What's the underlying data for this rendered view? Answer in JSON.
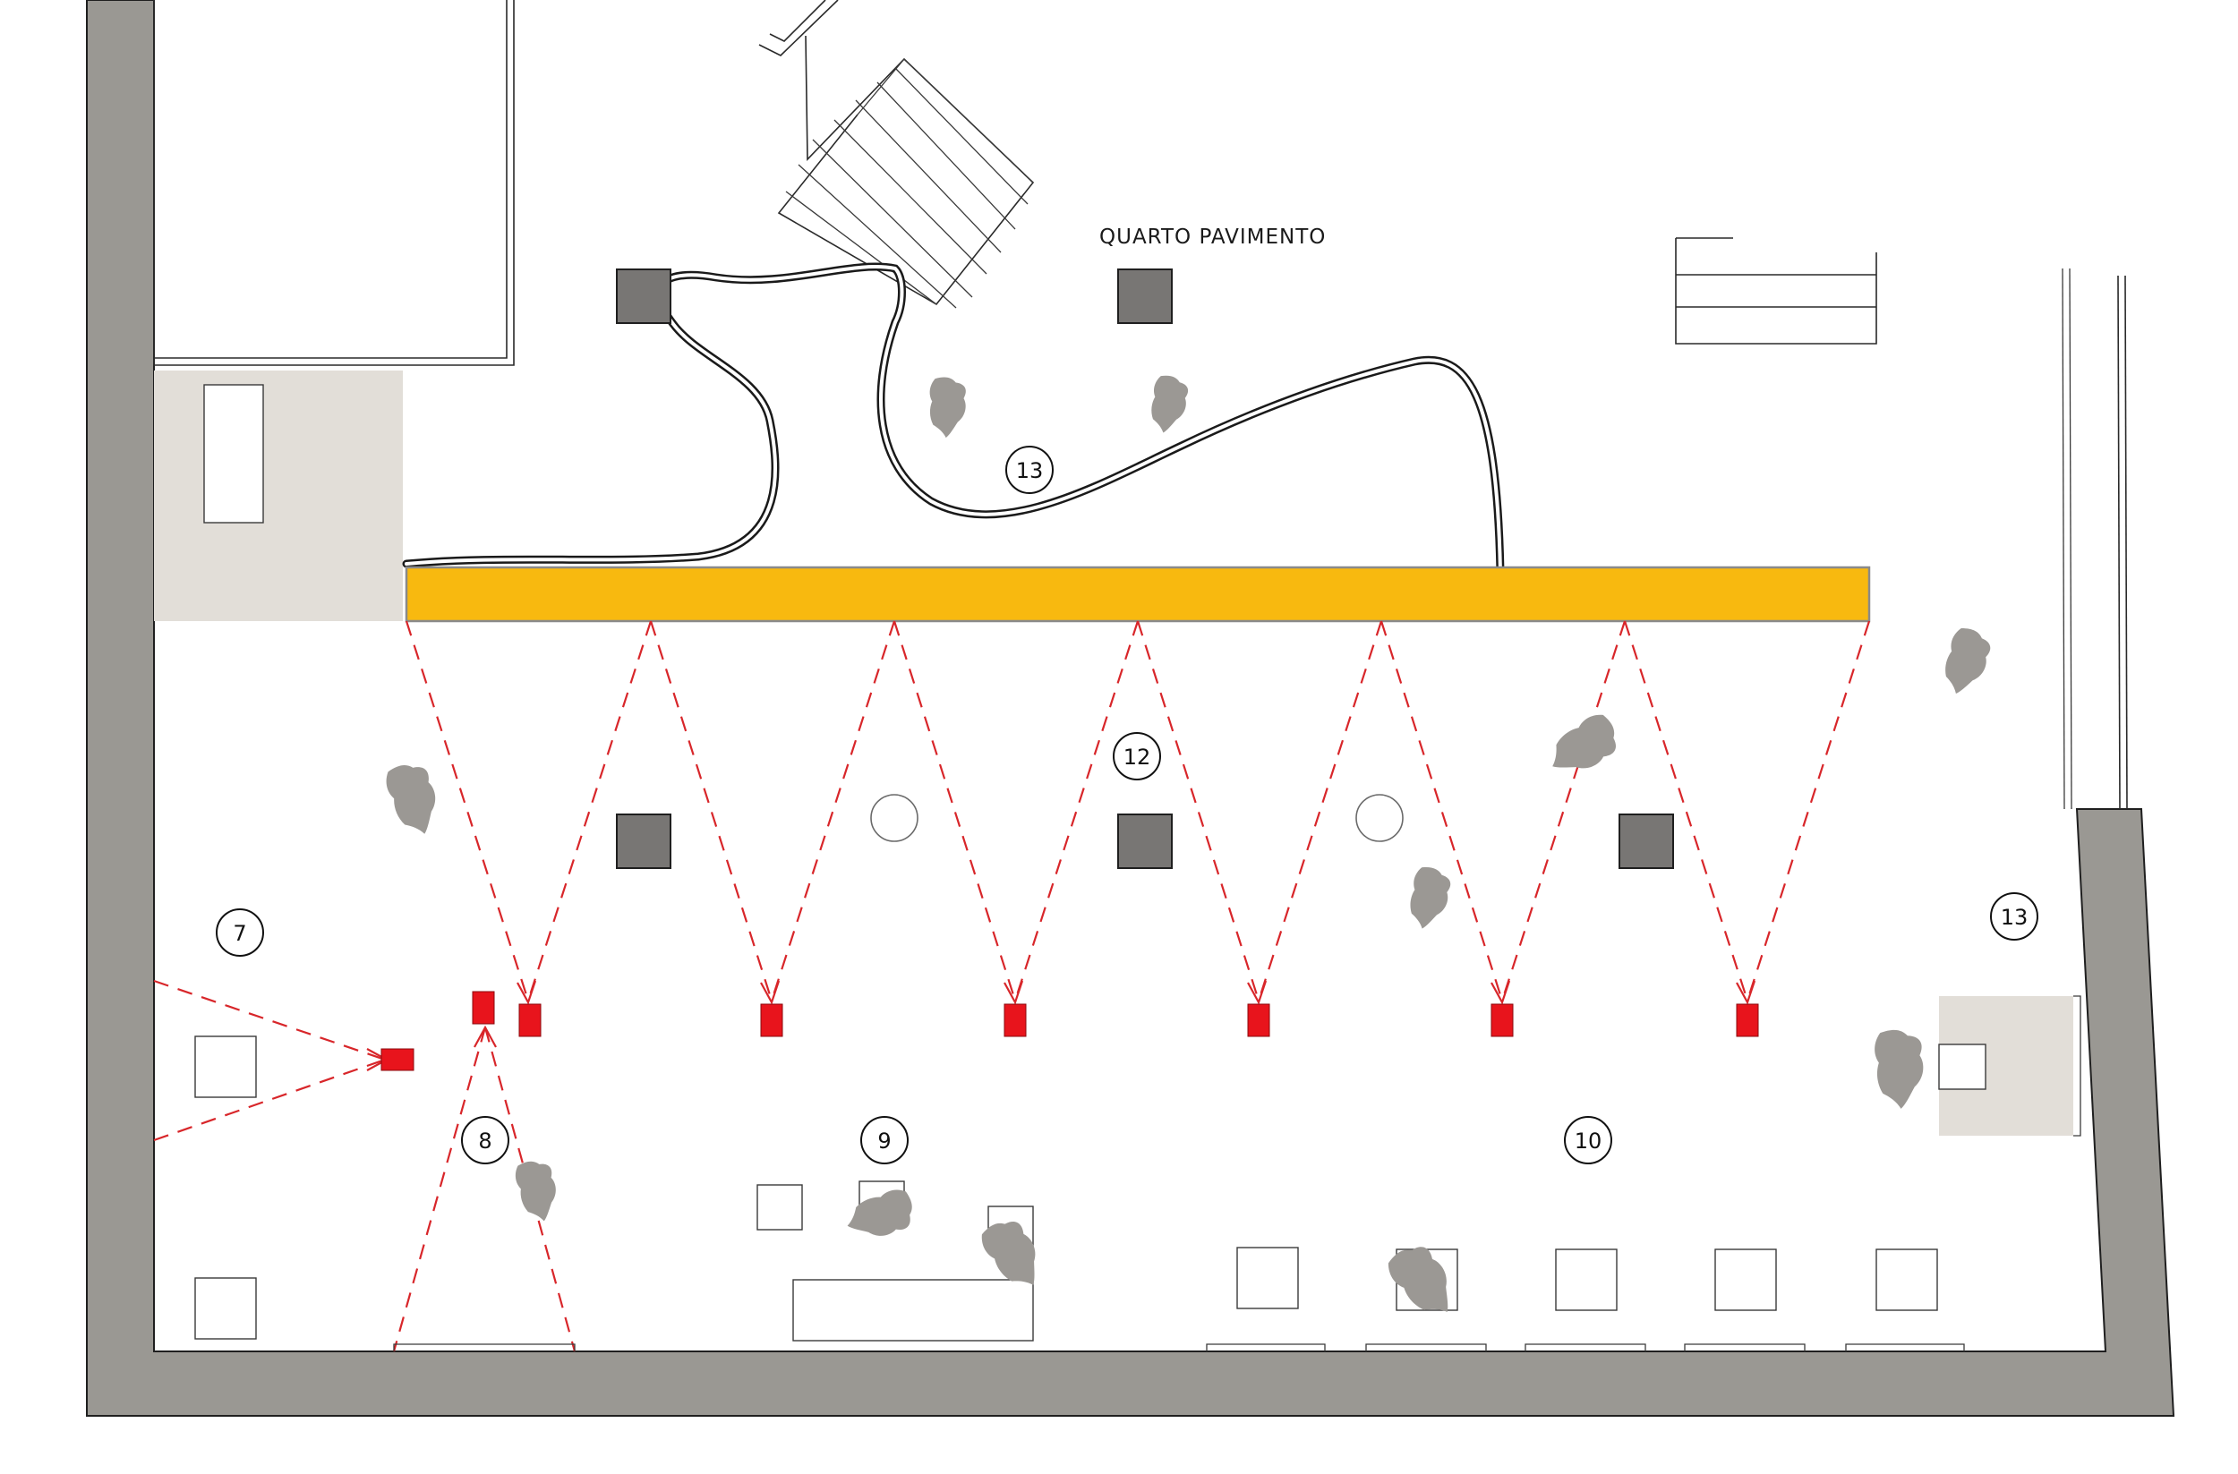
{
  "floor_label": "QUARTO PAVIMENTO",
  "zone_tags": [
    {
      "id": "zone-7",
      "label": "7"
    },
    {
      "id": "zone-8",
      "label": "8"
    },
    {
      "id": "zone-9",
      "label": "9"
    },
    {
      "id": "zone-10",
      "label": "10"
    },
    {
      "id": "zone-12",
      "label": "12"
    },
    {
      "id": "zone-13-north",
      "label": "13"
    },
    {
      "id": "zone-13-east",
      "label": "13"
    }
  ],
  "colors": {
    "wall": "#9a9893",
    "wall_outline": "#1f1f1f",
    "service_area": "#e2ded8",
    "display_wall": "#f8b90f",
    "projector": "#e8141c",
    "beam": "#d8262a",
    "column": "#787674",
    "visitor": "#9b9894"
  },
  "icons": {
    "projector": "projector-icon",
    "visitor": "person-silhouette-icon",
    "column": "structural-column-icon",
    "round_column": "round-column-icon",
    "staircase": "staircase-icon"
  }
}
